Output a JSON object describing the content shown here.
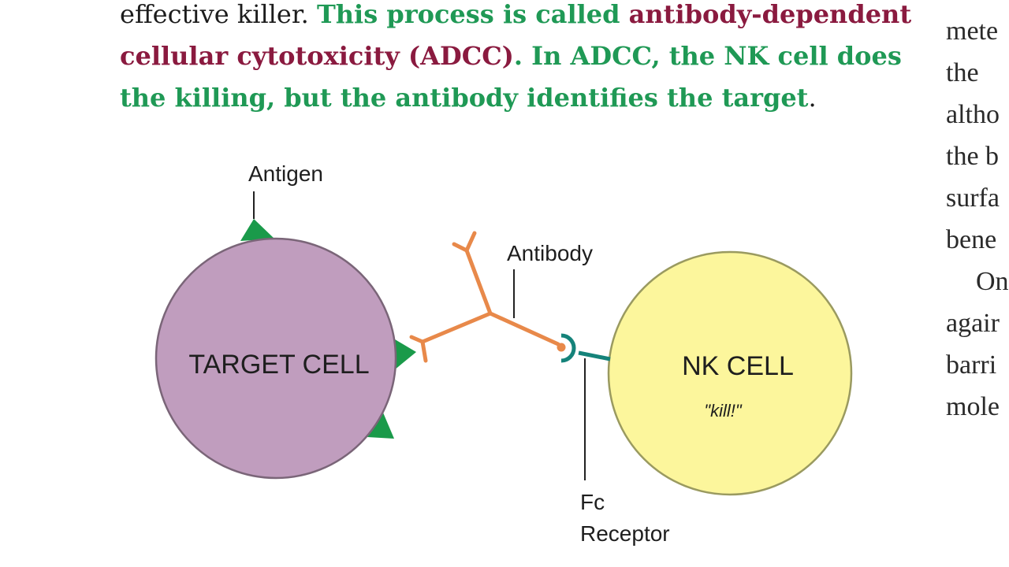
{
  "paragraph": {
    "line1": {
      "seg1": "effective killer. ",
      "seg2": "This process is called ",
      "seg3": "antibody-dependent"
    },
    "line2": {
      "seg1": "cellular cytotoxicity (ADCC)",
      "seg2": ". In ADCC, the NK cell does"
    },
    "line3": {
      "seg1": "the killing, but the antibody identifies the target",
      "seg2": "."
    }
  },
  "side_column": {
    "lines": [
      "mete",
      "the",
      "altho",
      "the b",
      "surfa",
      "bene",
      "On",
      "agair",
      "barri",
      "mole"
    ]
  },
  "diagram": {
    "target_cell_label": "TARGET CELL",
    "nk_cell_label": "NK CELL",
    "nk_cell_quote": "\"kill!\"",
    "antigen_label": "Antigen",
    "antibody_label": "Antibody",
    "fc_receptor_label_line1": "Fc",
    "fc_receptor_label_line2": "Receptor"
  },
  "colors": {
    "target_cell_fill": "#c09dbe",
    "target_cell_stroke": "#7a6578",
    "nk_cell_fill": "#fcf69c",
    "nk_cell_stroke": "#9a9a60",
    "antigen": "#1a9a4a",
    "antibody": "#e8894a",
    "fc_receptor": "#15837a",
    "highlight_green": "#1f9955",
    "highlight_maroon": "#8a1a3f"
  }
}
